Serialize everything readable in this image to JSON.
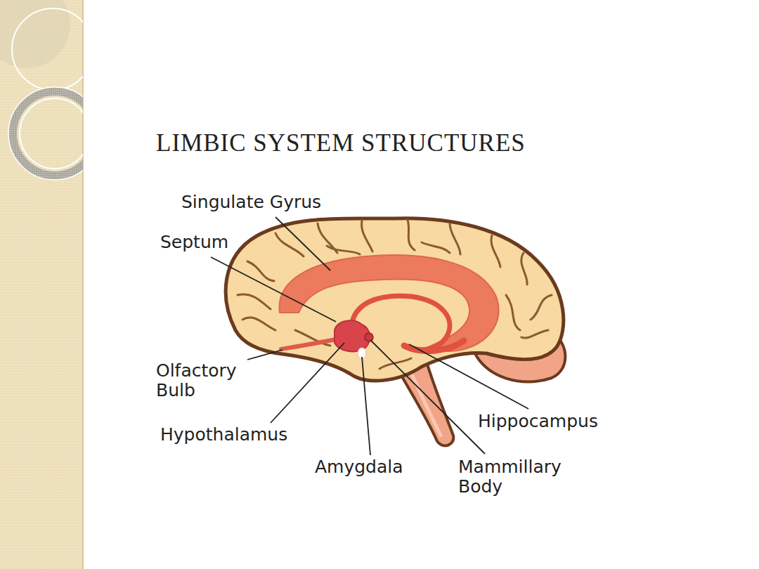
{
  "diagram": {
    "title": "LIMBIC SYSTEM STRUCTURES",
    "labels": [
      "Singulate Gyrus",
      "Septum",
      "Olfactory Bulb",
      "Hypothalamus",
      "Amygdala",
      "Hippocampus",
      "Mammillary Body"
    ]
  }
}
